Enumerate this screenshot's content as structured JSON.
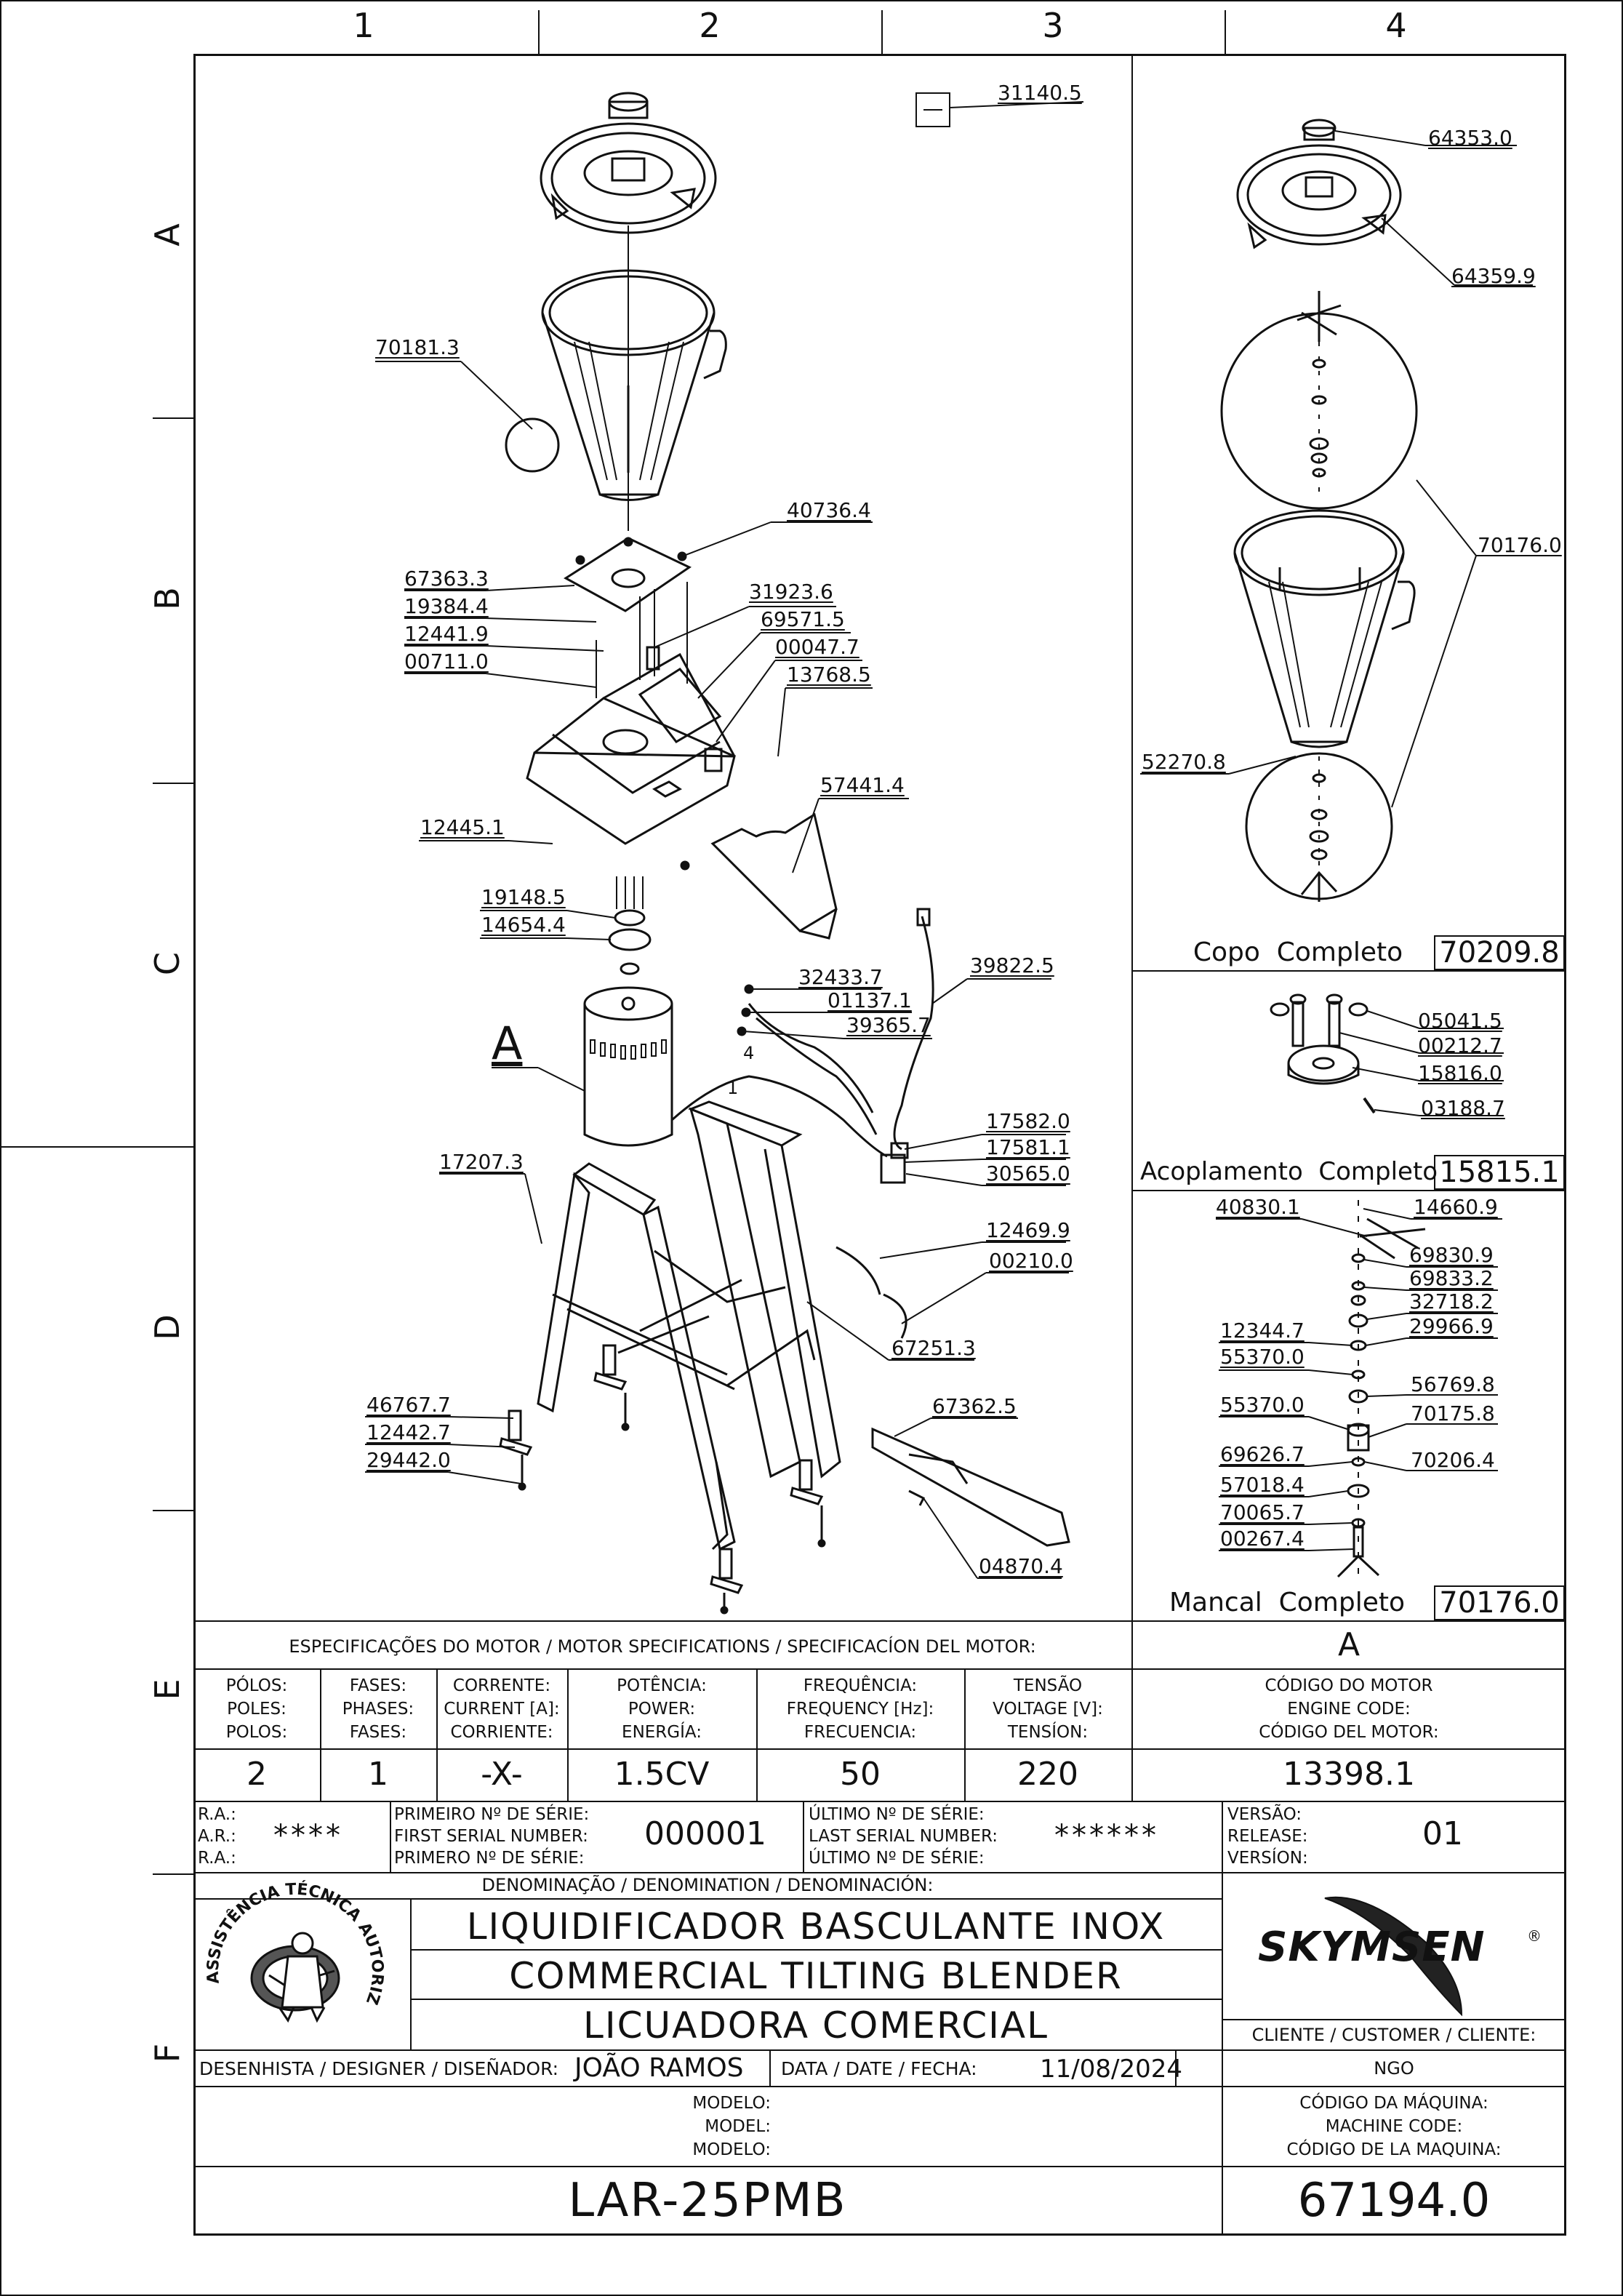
{
  "grid": {
    "columns": [
      "1",
      "2",
      "3",
      "4"
    ],
    "rows": [
      "A",
      "B",
      "C",
      "D",
      "E",
      "F"
    ]
  },
  "main_view": {
    "callouts": [
      {
        "id": "c1",
        "text": "31140.5"
      },
      {
        "id": "c2",
        "text": "70181.3"
      },
      {
        "id": "c3",
        "text": "40736.4"
      },
      {
        "id": "c4",
        "text": "67363.3"
      },
      {
        "id": "c5",
        "text": "19384.4"
      },
      {
        "id": "c6",
        "text": "12441.9"
      },
      {
        "id": "c7",
        "text": "00711.0"
      },
      {
        "id": "c8",
        "text": "31923.6"
      },
      {
        "id": "c9",
        "text": "69571.5"
      },
      {
        "id": "c10",
        "text": "00047.7"
      },
      {
        "id": "c11",
        "text": "13768.5"
      },
      {
        "id": "c12",
        "text": "57441.4"
      },
      {
        "id": "c13",
        "text": "12445.1"
      },
      {
        "id": "c14",
        "text": "19148.5"
      },
      {
        "id": "c15",
        "text": "14654.4"
      },
      {
        "id": "c16",
        "text": "39822.5"
      },
      {
        "id": "c17",
        "text": "32433.7"
      },
      {
        "id": "c18",
        "text": "01137.1"
      },
      {
        "id": "c19",
        "text": "39365.7"
      },
      {
        "id": "c20",
        "text": "A"
      },
      {
        "id": "c21",
        "text": "17207.3"
      },
      {
        "id": "c22",
        "text": "17582.0"
      },
      {
        "id": "c23",
        "text": "17581.1"
      },
      {
        "id": "c24",
        "text": "30565.0"
      },
      {
        "id": "c25",
        "text": "12469.9"
      },
      {
        "id": "c26",
        "text": "00210.0"
      },
      {
        "id": "c27",
        "text": "67251.3"
      },
      {
        "id": "c28",
        "text": "67362.5"
      },
      {
        "id": "c29",
        "text": "46767.7"
      },
      {
        "id": "c30",
        "text": "12442.7"
      },
      {
        "id": "c31",
        "text": "29442.0"
      },
      {
        "id": "c32",
        "text": "04870.4"
      }
    ],
    "wire_labels": [
      "4",
      "1"
    ]
  },
  "side_panel": {
    "cup": {
      "callouts": [
        {
          "id": "s1",
          "text": "64353.0"
        },
        {
          "id": "s2",
          "text": "64359.9"
        },
        {
          "id": "s3",
          "text": "70176.0"
        },
        {
          "id": "s4",
          "text": "52270.8"
        }
      ],
      "caption": "Copo  Completo",
      "code": "70209.8"
    },
    "coupling": {
      "callouts": [
        {
          "id": "k1",
          "text": "05041.5"
        },
        {
          "id": "k2",
          "text": "00212.7"
        },
        {
          "id": "k3",
          "text": "15816.0"
        },
        {
          "id": "k4",
          "text": "03188.7"
        }
      ],
      "caption": "Acoplamento  Completo",
      "code": "15815.1"
    },
    "bearing": {
      "callouts": [
        {
          "id": "m1",
          "text": "40830.1"
        },
        {
          "id": "m2",
          "text": "14660.9"
        },
        {
          "id": "m3",
          "text": "69830.9"
        },
        {
          "id": "m4",
          "text": "69833.2"
        },
        {
          "id": "m5",
          "text": "32718.2"
        },
        {
          "id": "m6",
          "text": "29966.9"
        },
        {
          "id": "m7",
          "text": "12344.7"
        },
        {
          "id": "m8",
          "text": "55370.0"
        },
        {
          "id": "m9",
          "text": "56769.8"
        },
        {
          "id": "m10",
          "text": "55370.0"
        },
        {
          "id": "m11",
          "text": "70175.8"
        },
        {
          "id": "m12",
          "text": "69626.7"
        },
        {
          "id": "m13",
          "text": "70206.4"
        },
        {
          "id": "m14",
          "text": "57018.4"
        },
        {
          "id": "m15",
          "text": "70065.7"
        },
        {
          "id": "m16",
          "text": "00267.4"
        }
      ],
      "caption": "Mancal  Completo",
      "code": "70176.0"
    }
  },
  "motor_specs": {
    "header": "ESPECIFICAÇÕES DO MOTOR / MOTOR SPECIFICATIONS / SPECIFICACÍON DEL MOTOR:",
    "motor_letter": "A",
    "columns": [
      {
        "label": [
          "PÓLOS:",
          "POLES:",
          "POLOS:"
        ],
        "value": "2"
      },
      {
        "label": [
          "FASES:",
          "PHASES:",
          "FASES:"
        ],
        "value": "1"
      },
      {
        "label": [
          "CORRENTE:",
          "CURRENT [A]:",
          "CORRIENTE:"
        ],
        "value": "-X-"
      },
      {
        "label": [
          "POTÊNCIA:",
          "POWER:",
          "ENERGÍA:"
        ],
        "value": "1.5CV"
      },
      {
        "label": [
          "FREQUÊNCIA:",
          "FREQUENCY [Hz]:",
          "FRECUENCIA:"
        ],
        "value": "50"
      },
      {
        "label": [
          "TENSÃO",
          "VOLTAGE [V]:",
          "TENSÍON:"
        ],
        "value": "220"
      },
      {
        "label": [
          "CÓDIGO DO MOTOR",
          "ENGINE CODE:",
          "CÓDIGO DEL MOTOR:"
        ],
        "value": "13398.1"
      }
    ]
  },
  "serial": {
    "ra_labels": [
      "R.A.:",
      "A.R.:",
      "R.A.:"
    ],
    "ra_value": "****",
    "first_labels": [
      "PRIMEIRO Nº DE SÉRIE:",
      "FIRST SERIAL NUMBER:",
      "PRIMERO Nº DE SÉRIE:"
    ],
    "first_value": "000001",
    "last_labels": [
      "ÚLTIMO Nº DE SÉRIE:",
      "LAST SERIAL NUMBER:",
      "ÚLTIMO Nº DE SÉRIE:"
    ],
    "last_value": "******",
    "version_labels": [
      "VERSÃO:",
      "RELEASE:",
      "VERSÍON:"
    ],
    "version_value": "01"
  },
  "title_block": {
    "denomination_header": "DENOMINAÇÃO / DENOMINATION / DENOMINACIÓN:",
    "seal_text": "ASSISTÊNCIA TÉCNICA AUTORIZADA",
    "names": [
      "LIQUIDIFICADOR BASCULANTE INOX",
      "COMMERCIAL TILTING BLENDER",
      "LICUADORA COMERCIAL"
    ],
    "brand": "SKYMSEN",
    "client_label": "CLIENTE / CUSTOMER / CLIENTE:",
    "client_value": "NGO",
    "designer_label": "DESENHISTA / DESIGNER / DISEÑADOR:",
    "designer_value": "JOÃO RAMOS",
    "date_label": "DATA / DATE / FECHA:",
    "date_value": "11/08/2024",
    "model_labels": [
      "MODELO:",
      "MODEL:",
      "MODELO:"
    ],
    "model_value": "LAR-25PMB",
    "machine_code_labels": [
      "CÓDIGO DA MÁQUINA:",
      "MACHINE CODE:",
      "CÓDIGO DE LA MAQUINA:"
    ],
    "machine_code_value": "67194.0"
  }
}
